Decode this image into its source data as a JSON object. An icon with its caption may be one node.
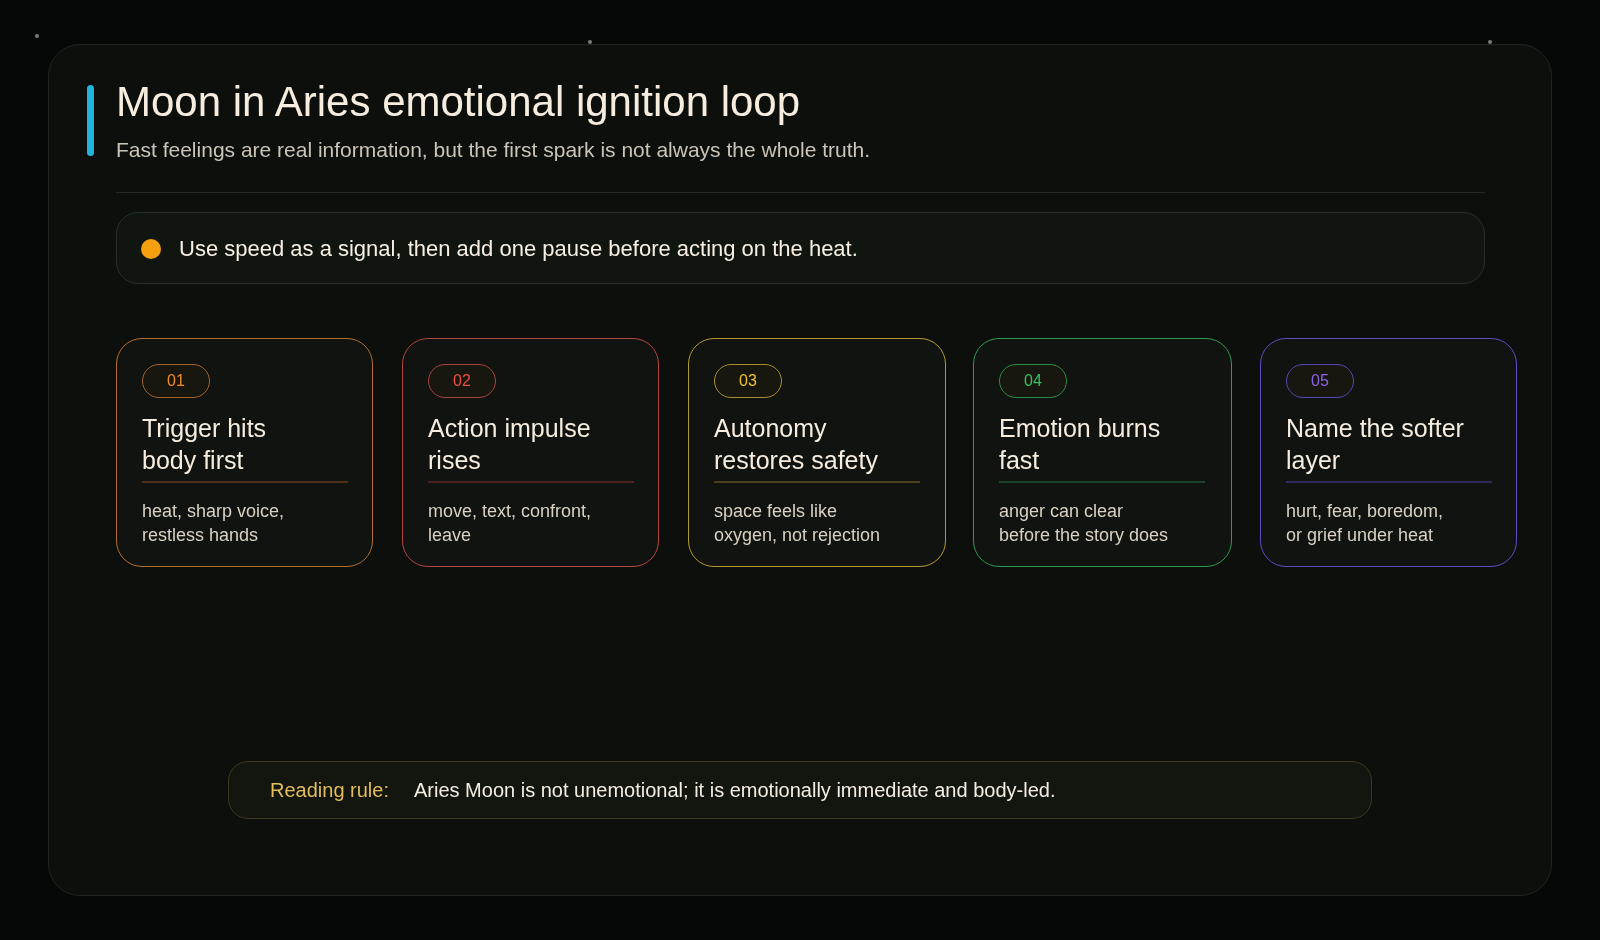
{
  "diagram": {
    "title": "Moon in Aries emotional ignition loop",
    "nodes": [
      {
        "text": [
          "Use speed as a signal, then add one pause before acting on the heat."
        ]
      },
      {
        "text": [
          "Trigger hits body first",
          "heat, sharp voice, restless hands"
        ]
      },
      {
        "text": [
          "01"
        ],
        "in": 1
      },
      {
        "text": [
          "Action impulse rises",
          "move, text, confront, leave"
        ]
      },
      {
        "text": [
          "02"
        ],
        "in": 3
      },
      {
        "text": [
          "Autonomy restores safety",
          "space feels like oxygen, not rejection"
        ]
      },
      {
        "text": [
          "03"
        ],
        "in": 5
      },
      {
        "text": [
          "Emotion burns fast",
          "anger can clear before the story does"
        ]
      },
      {
        "text": [
          "04"
        ],
        "in": 7
      },
      {
        "text": [
          "Name the softer layer",
          "hurt, fear, boredom, or grief under heat"
        ]
      },
      {
        "text": [
          "05"
        ],
        "in": 9
      },
      {
        "text": [
          "Reading rule:",
          "Aries Moon is not unemotional; it is emotionally immediate and body-led."
        ]
      }
    ],
    "labels": [
      "Fast feelings are real information, but the first spark is not always the whole truth."
    ]
  }
}
